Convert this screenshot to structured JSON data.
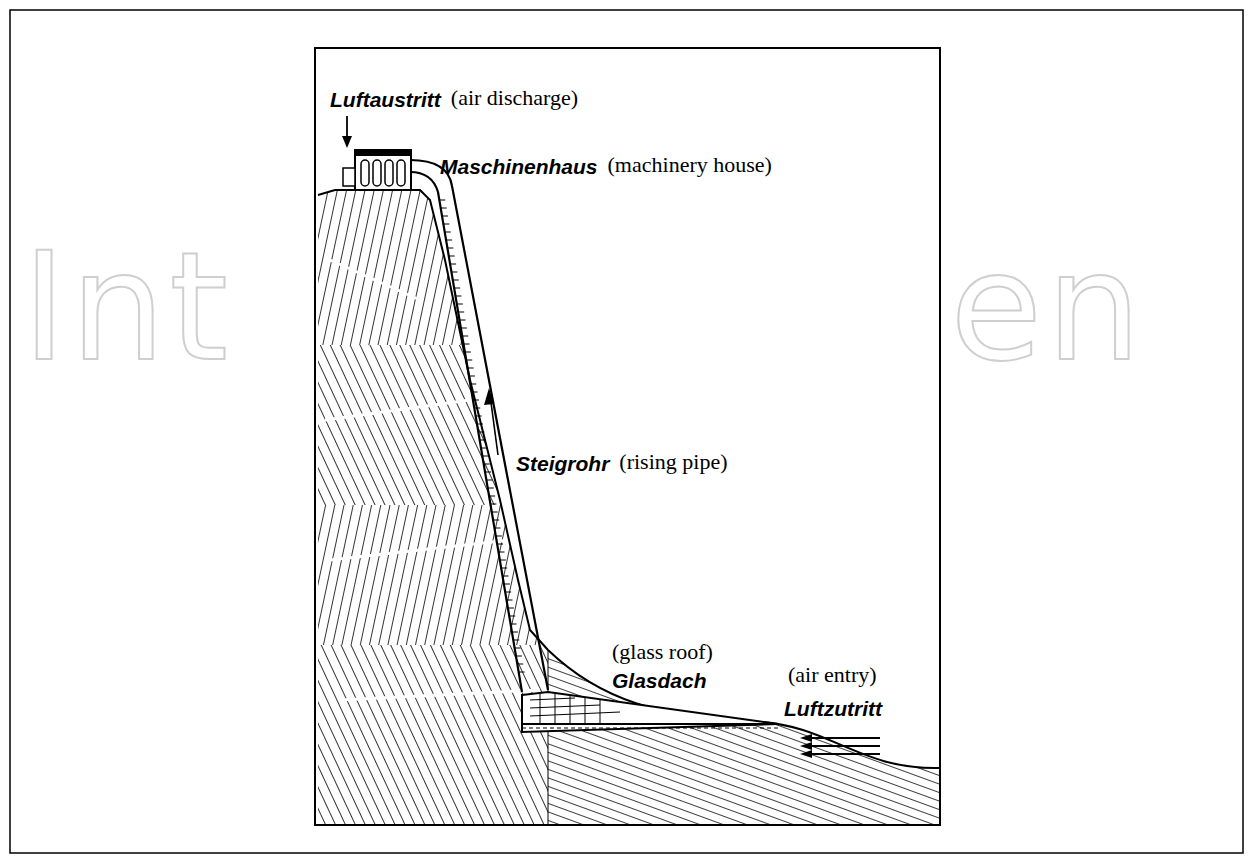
{
  "diagram": {
    "labels": [
      "Int",
      "en",
      "Luftaustritt",
      "(air discharge)",
      "Maschinenhaus",
      "(machinery house)",
      "Steigrohr",
      "(rising pipe)",
      "(glass roof)",
      "Glasdach",
      "(air entry)",
      "Luftzutritt"
    ]
  }
}
